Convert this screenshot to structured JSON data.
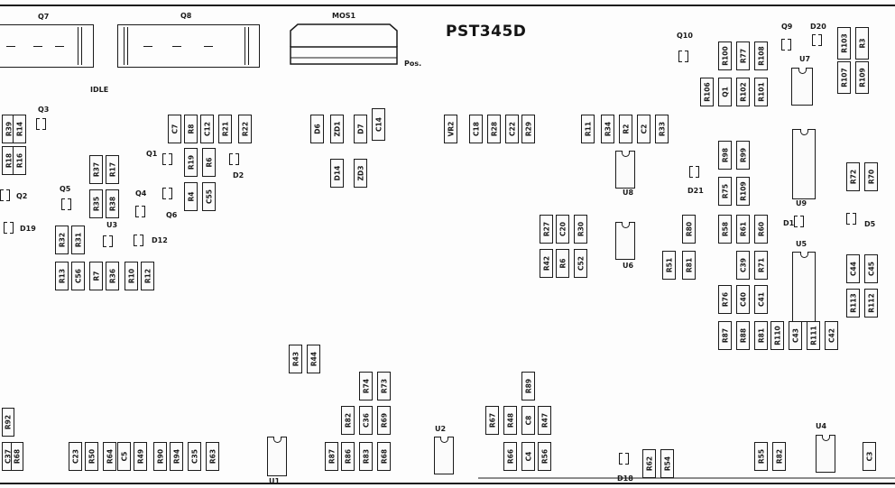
{
  "board": {
    "title": "PST345D",
    "labels": {
      "q7": "Q7",
      "q8": "Q8",
      "mos1": "MOS1",
      "pos": "Pos.",
      "idle": "IDLE",
      "q3": "Q3",
      "q2": "Q2",
      "d19": "D19",
      "q5": "Q5",
      "u3": "U3",
      "q4": "Q4",
      "q6": "Q6",
      "d12": "D12",
      "q1": "Q1",
      "d2": "D2",
      "q10": "Q10",
      "q9": "Q9",
      "d20": "D20",
      "u7": "U7",
      "u8": "U8",
      "d21": "D21",
      "u9": "U9",
      "d1": "D1",
      "d5": "D5",
      "u6": "U6",
      "u5": "U5",
      "u1": "U1",
      "u2": "U2",
      "u4": "U4",
      "d18": "D18"
    },
    "components": [
      "R39",
      "R18",
      "R14",
      "R16",
      "R37",
      "R17",
      "R35",
      "R38",
      "R32",
      "R31",
      "R13",
      "C56",
      "R7",
      "R36",
      "R10",
      "R12",
      "C7",
      "R8",
      "C12",
      "R21",
      "R22",
      "R19",
      "R6",
      "R4",
      "C55",
      "D6",
      "ZD1",
      "D7",
      "C14",
      "D14",
      "ZD3",
      "VR2",
      "C18",
      "R28",
      "C22",
      "R29",
      "R11",
      "R34",
      "R2",
      "C2",
      "R33",
      "R27",
      "C20",
      "R30",
      "R42",
      "R6",
      "C52",
      "R100",
      "R77",
      "R108",
      "R106",
      "Q1",
      "R102",
      "R101",
      "R103",
      "R3",
      "R107",
      "R109",
      "R98",
      "R99",
      "R75",
      "R109",
      "R58",
      "R61",
      "R60",
      "C39",
      "R71",
      "R80",
      "R51",
      "R81",
      "R76",
      "C40",
      "C41",
      "R72",
      "R70",
      "C44",
      "C45",
      "R113",
      "R112",
      "R87",
      "R88",
      "R81",
      "R110",
      "C43",
      "R111",
      "C42",
      "R43",
      "R44",
      "R74",
      "R73",
      "R82",
      "C36",
      "R69",
      "R87",
      "R86",
      "R83",
      "R68",
      "R89",
      "R67",
      "R48",
      "C8",
      "R47",
      "R66",
      "C4",
      "R56",
      "R92",
      "C37",
      "R68",
      "C23",
      "R50",
      "R64",
      "C5",
      "R49",
      "R90",
      "R94",
      "C35",
      "R63",
      "R62",
      "R54",
      "R55",
      "R82",
      "C3"
    ]
  }
}
